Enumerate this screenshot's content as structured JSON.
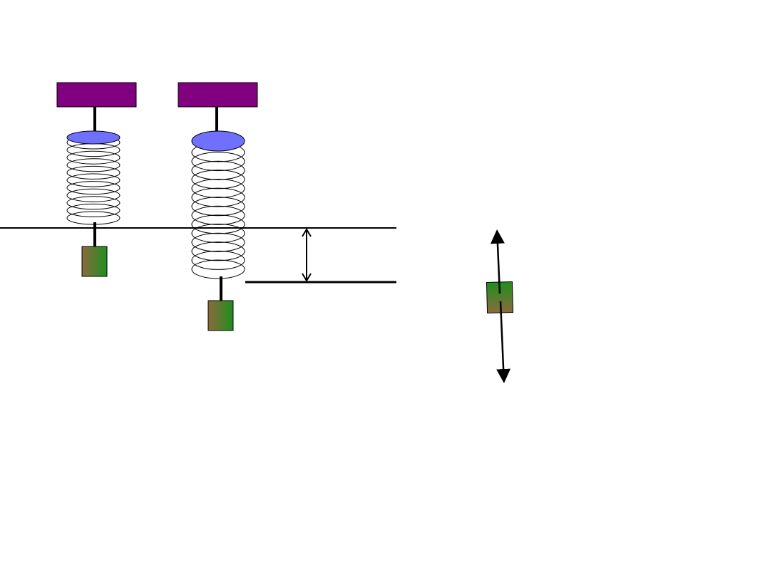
{
  "diagram": {
    "description_text": "",
    "colors": {
      "support": "#800080",
      "spring_cap": "#7070ff",
      "coil": "#000000",
      "rod": "#000000",
      "mass_left": "#8c6a3c",
      "mass_right": "#1f8f1f",
      "line": "#000000"
    },
    "icons": {
      "displacement_arrow": "double-headed-arrow-icon",
      "force_arrow_up": "arrow-up-icon",
      "force_arrow_down": "arrow-down-icon"
    },
    "elements": {
      "spring_left": {
        "coils": 11,
        "state": "unstretched"
      },
      "spring_right": {
        "coils": 14,
        "state": "stretched"
      }
    }
  }
}
